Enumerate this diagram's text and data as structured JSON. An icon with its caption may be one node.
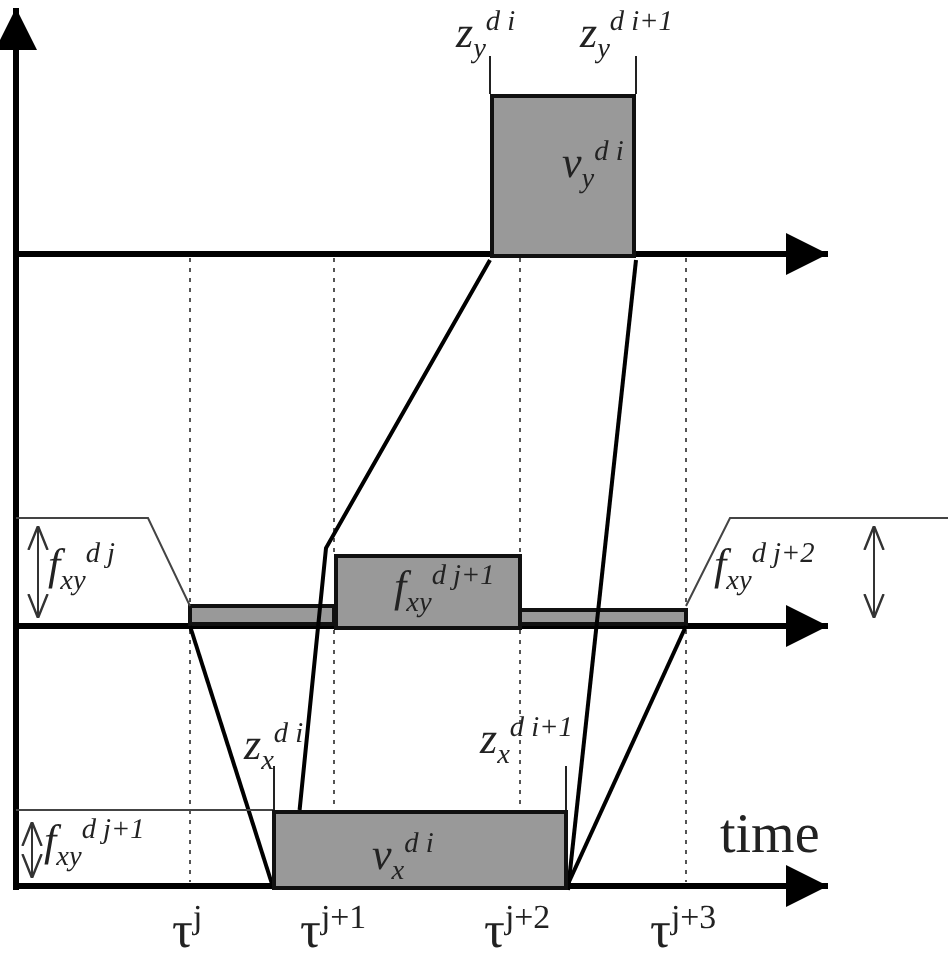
{
  "diagram": {
    "nodes": [
      {
        "text": [
          "v$_{y}$$^{d i}$"
        ]
      },
      {
        "text": [
          "f$_{xy}$$^{d j+1}$"
        ]
      },
      {
        "text": [
          "v$_{x}$$^{d i}$"
        ]
      }
    ],
    "edges": [
      {
        "from": 0,
        "to": 2,
        "arrow": "none"
      },
      {
        "from": 0,
        "to": 2,
        "arrow": "none"
      }
    ],
    "labels": [
      "z$_{y}$$^{d i}$",
      "z$_{y}$$^{d i+1}$",
      "f$_{xy}$$^{d j}$",
      "f$_{xy}$$^{d j+2}$",
      "z$_{x}$$^{d i}$",
      "z$_{x}$$^{d i+1}$",
      "f$_{xy}$$^{d j+1}$",
      "time",
      "τ$^{j}$",
      "τ$^{j+1}$",
      "τ$^{j+2}$",
      "τ$^{j+3}$"
    ]
  }
}
